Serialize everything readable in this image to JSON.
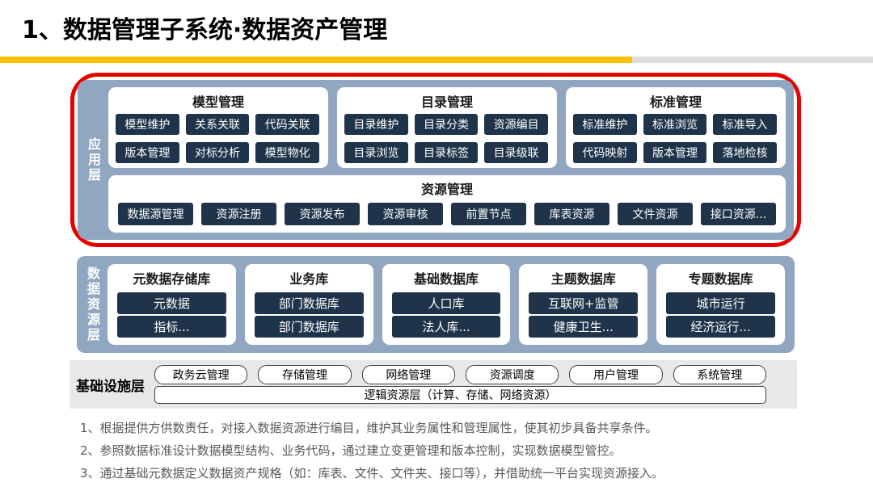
{
  "header": {
    "title": "1、数据管理子系统·数据资产管理"
  },
  "colors": {
    "accent_red": "#E80000",
    "accent_yellow": "#FFC000",
    "underline_gray": "#DCDCDC",
    "panel_blue": "#91A6C1",
    "chip_navy": "#1F344A",
    "infra_gray": "#E8E8E8",
    "note_gray": "#595959"
  },
  "app_layer": {
    "label": "应用层",
    "groups": [
      {
        "title": "模型管理",
        "buttons": [
          "模型维护",
          "关系关联",
          "代码关联",
          "版本管理",
          "对标分析",
          "模型物化"
        ]
      },
      {
        "title": "目录管理",
        "buttons": [
          "目录维护",
          "目录分类",
          "资源编目",
          "目录浏览",
          "目录标签",
          "目录级联"
        ]
      },
      {
        "title": "标准管理",
        "buttons": [
          "标准维护",
          "标准浏览",
          "标准导入",
          "代码映射",
          "版本管理",
          "落地检核"
        ]
      }
    ],
    "resource_group": {
      "title": "资源管理",
      "buttons": [
        "数据源管理",
        "资源注册",
        "资源发布",
        "资源审核",
        "前置节点",
        "库表资源",
        "文件资源",
        "接口资源..."
      ]
    }
  },
  "data_layer": {
    "label": "数据资源层",
    "groups": [
      {
        "title": "元数据存储库",
        "buttons": [
          "元数据",
          "指标..."
        ]
      },
      {
        "title": "业务库",
        "buttons": [
          "部门数据库",
          "部门数据库"
        ]
      },
      {
        "title": "基础数据库",
        "buttons": [
          "人口库",
          "法人库..."
        ]
      },
      {
        "title": "主题数据库",
        "buttons": [
          "互联网+监管",
          "健康卫生..."
        ]
      },
      {
        "title": "专题数据库",
        "buttons": [
          "城市运行",
          "经济运行..."
        ]
      }
    ]
  },
  "infra_layer": {
    "label": "基础设施层",
    "buttons": [
      "政务云管理",
      "存储管理",
      "网络管理",
      "资源调度",
      "用户管理",
      "系统管理"
    ],
    "logic_bar": "逻辑资源层（计算、存储、网络资源）"
  },
  "notes": [
    "1、根据提供方供数责任，对接入数据资源进行编目，维护其业务属性和管理属性，使其初步具备共享条件。",
    "2、参照数据标准设计数据模型结构、业务代码，通过建立变更管理和版本控制，实现数据模型管控。",
    "3、通过基础元数据定义数据资产规格（如：库表、文件、文件夹、接口等），并借助统一平台实现资源接入。"
  ]
}
